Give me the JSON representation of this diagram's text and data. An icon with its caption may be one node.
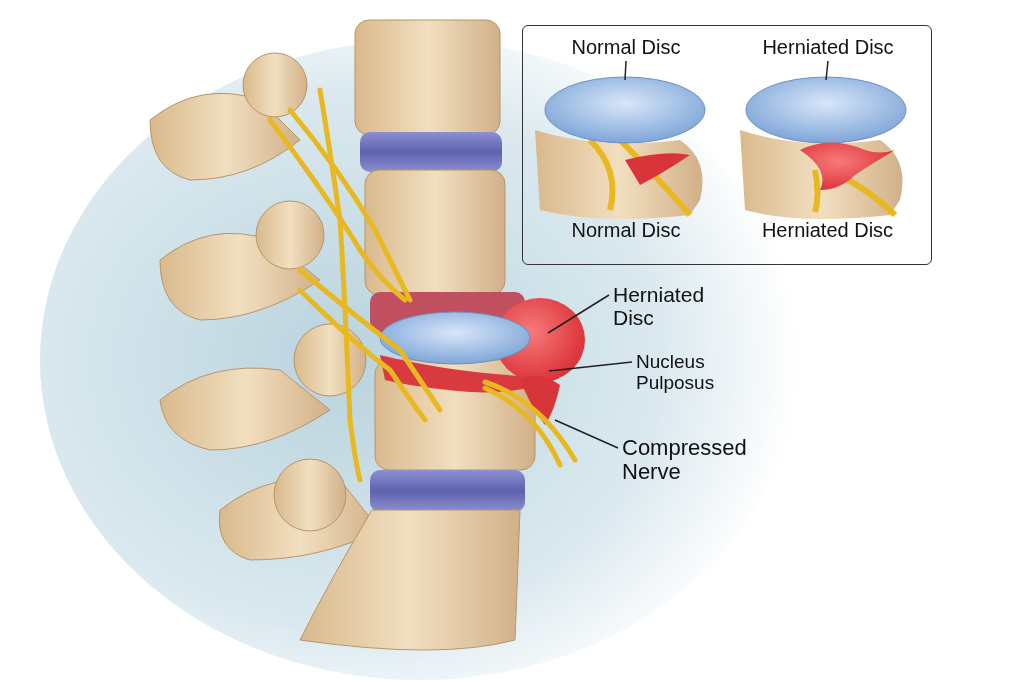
{
  "diagram": {
    "nodes": [
      {
        "text": [],
        "shape": "box"
      },
      {
        "text": [
          "Normal Disc"
        ],
        "in": 0
      },
      {
        "text": [
          "Herniated Disc"
        ],
        "in": 0
      },
      {
        "text": [
          "Herniated Disc"
        ]
      },
      {
        "text": [
          "Nucleus Pulposus"
        ]
      },
      {
        "text": [
          "Compressed Nerve"
        ]
      }
    ],
    "edges": [
      {
        "from": 1,
        "to": null,
        "arrow": "none"
      },
      {
        "from": 2,
        "to": null,
        "arrow": "none"
      },
      {
        "from": 3,
        "to": null,
        "arrow": "none"
      },
      {
        "from": 4,
        "to": null,
        "arrow": "none"
      },
      {
        "from": 5,
        "to": null,
        "arrow": "none"
      }
    ],
    "labels": [
      "Normal Disc",
      "Herniated Disc"
    ]
  }
}
